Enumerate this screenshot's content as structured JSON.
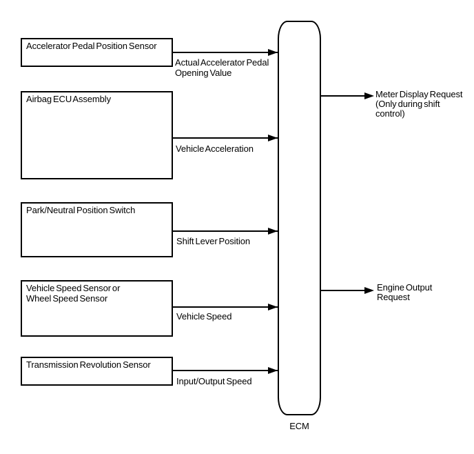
{
  "diagram": {
    "ecm_label": "ECM",
    "inputs": [
      {
        "source": "Accelerator Pedal Position Sensor",
        "signal": "Actual Accelerator Pedal\nOpening Value"
      },
      {
        "source": "Airbag ECU Assembly",
        "signal": "Vehicle Acceleration"
      },
      {
        "source": "Park/Neutral Position Switch",
        "signal": "Shift Lever Position"
      },
      {
        "source": "Vehicle Speed Sensor or\nWheel Speed Sensor",
        "signal": "Vehicle Speed"
      },
      {
        "source": "Transmission Revolution Sensor",
        "signal": "Input/Output Speed"
      }
    ],
    "outputs": [
      {
        "signal": "Meter Display Request\n(Only during shift\ncontrol)"
      },
      {
        "signal": "Engine Output\nRequest"
      }
    ],
    "colors": {
      "stroke": "#000000",
      "background": "#ffffff",
      "text": "#000000"
    }
  }
}
